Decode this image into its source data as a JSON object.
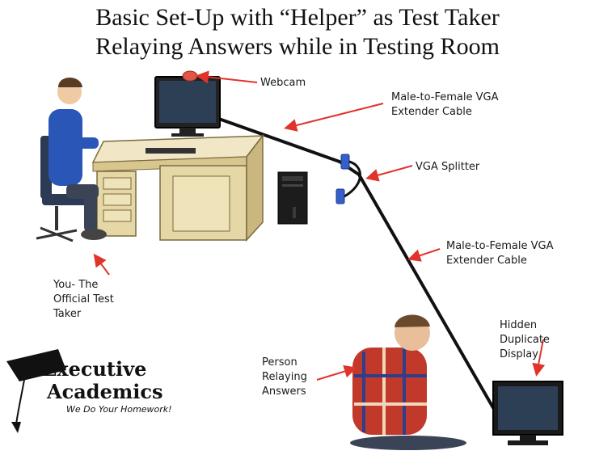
{
  "title": {
    "line1": "Basic Set-Up with “Helper” as Test Taker",
    "line2": "Relaying Answers while in Testing Room"
  },
  "labels": {
    "webcam": "Webcam",
    "cable_top_1": "Male-to-Female VGA",
    "cable_top_2": "Extender Cable",
    "splitter": "VGA Splitter",
    "cable_bottom_1": "Male-to-Female VGA",
    "cable_bottom_2": "Extender Cable",
    "taker_1": "You- The",
    "taker_2": "Official Test",
    "taker_3": "Taker",
    "display_1": "Hidden",
    "display_2": "Duplicate",
    "display_3": "Display",
    "person_1": "Person",
    "person_2": "Relaying",
    "person_3": "Answers"
  },
  "logo": {
    "line1": "Executive",
    "line2": "Academics",
    "tagline": "We Do Your Homework!"
  },
  "colors": {
    "arrow": "#e0342b",
    "cable": "#111111",
    "desk": "#e6d7a6",
    "hoodie": "#2a56b8",
    "plaid": "#c0392b"
  }
}
